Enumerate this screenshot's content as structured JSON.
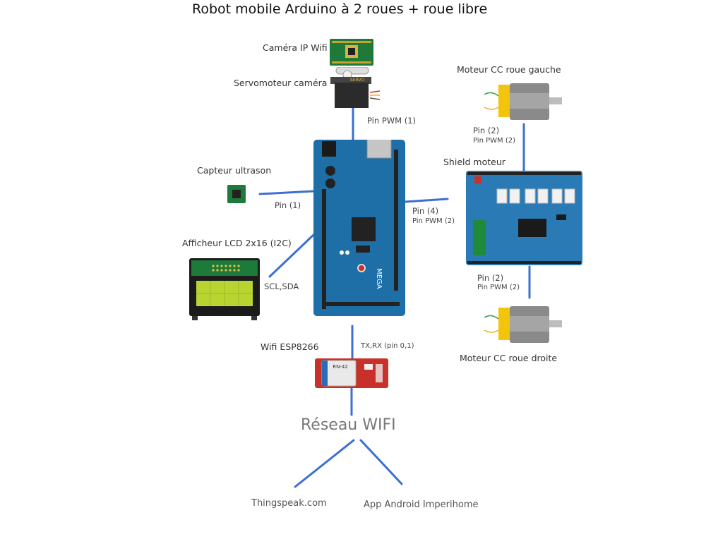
{
  "title": "Robot mobile Arduino à 2 roues + roue libre",
  "components": {
    "camera": "Caméra IP Wifi",
    "servo": "Servomoteur caméra",
    "servo_mark": "SERVO",
    "ultrasound": "Capteur ultrason",
    "lcd": "Afficheur LCD 2x16 (I2C)",
    "wifi_module": "Wifi  ESP8266",
    "wifi_chip": "RN-42",
    "motor_left": "Moteur CC roue gauche",
    "motor_right": "Moteur CC roue droite",
    "shield": "Shield moteur",
    "arduino_mark": "MEGA"
  },
  "connections": {
    "servo_pin": "Pin PWM (1)",
    "ultrasound_pin": "Pin (1)",
    "lcd_pin": "SCL,SDA",
    "wifi_pin": "TX,RX (pin 0,1)",
    "shield_pin": "Pin (4)",
    "shield_pin_pwm": "Pin PWM (2)",
    "motor_left_pin": "Pin (2)",
    "motor_left_pin_pwm": "Pin PWM (2)",
    "motor_right_pin": "Pin (2)",
    "motor_right_pin_pwm": "Pin PWM (2)"
  },
  "network": {
    "label": "Réseau WIFI",
    "dest_left": "Thingspeak.com",
    "dest_right": "App Android Imperihome"
  },
  "colors": {
    "wire": "#3b6fd4",
    "arduino": "#1e6fa8",
    "shield": "#2a7bb5",
    "pcb_green": "#1e7a3a",
    "wifi_red": "#c8312a",
    "lcd_screen": "#b8d430"
  }
}
